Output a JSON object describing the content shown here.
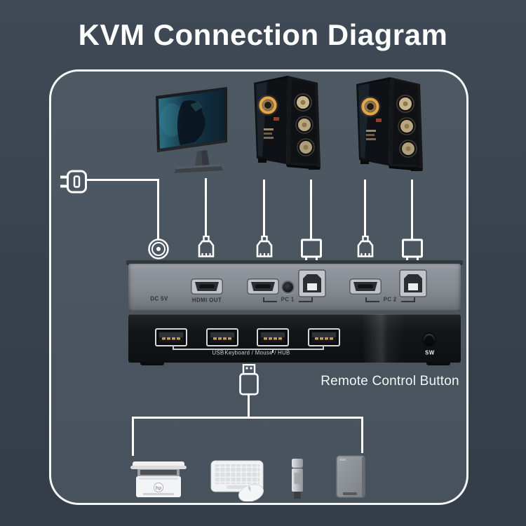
{
  "title": "KVM Connection Diagram",
  "kvm_rear": {
    "dc_label": "DC 5V",
    "hdmi_out_label": "HDMI OUT",
    "pc1_label": "PC 1",
    "pc2_label": "PC 2"
  },
  "kvm_front": {
    "usb_label": "USB",
    "hub_label": "Keyboard / Mouse / HUB",
    "sw_label": "SW"
  },
  "remote": {
    "label": "Remote Control Button"
  },
  "icons": {
    "top_devices": [
      "monitor-image",
      "gaming-pc-tower-image",
      "gaming-pc-tower-image"
    ],
    "connectors": [
      "power-plug-icon",
      "dc-barrel-connector-icon",
      "hdmi-plug-icon",
      "usb-b-plug-icon",
      "usb-a-plug-icon"
    ],
    "bottom_devices": [
      "printer-image",
      "keyboard-mouse-image",
      "usb-flash-drive-image",
      "external-hard-drive-image"
    ]
  },
  "colors": {
    "background_outer": "#39434f",
    "background_panel": "#4b5560",
    "panel_border": "#f4f6f7",
    "line": "#ffffff",
    "title_text": "#fcfdfd",
    "kvm_rear_body": "#868b92",
    "kvm_front_body": "#141518",
    "rear_label_text": "#2e3237",
    "front_label_text": "#d2d4d7",
    "fan_glow": "#e8a545"
  }
}
